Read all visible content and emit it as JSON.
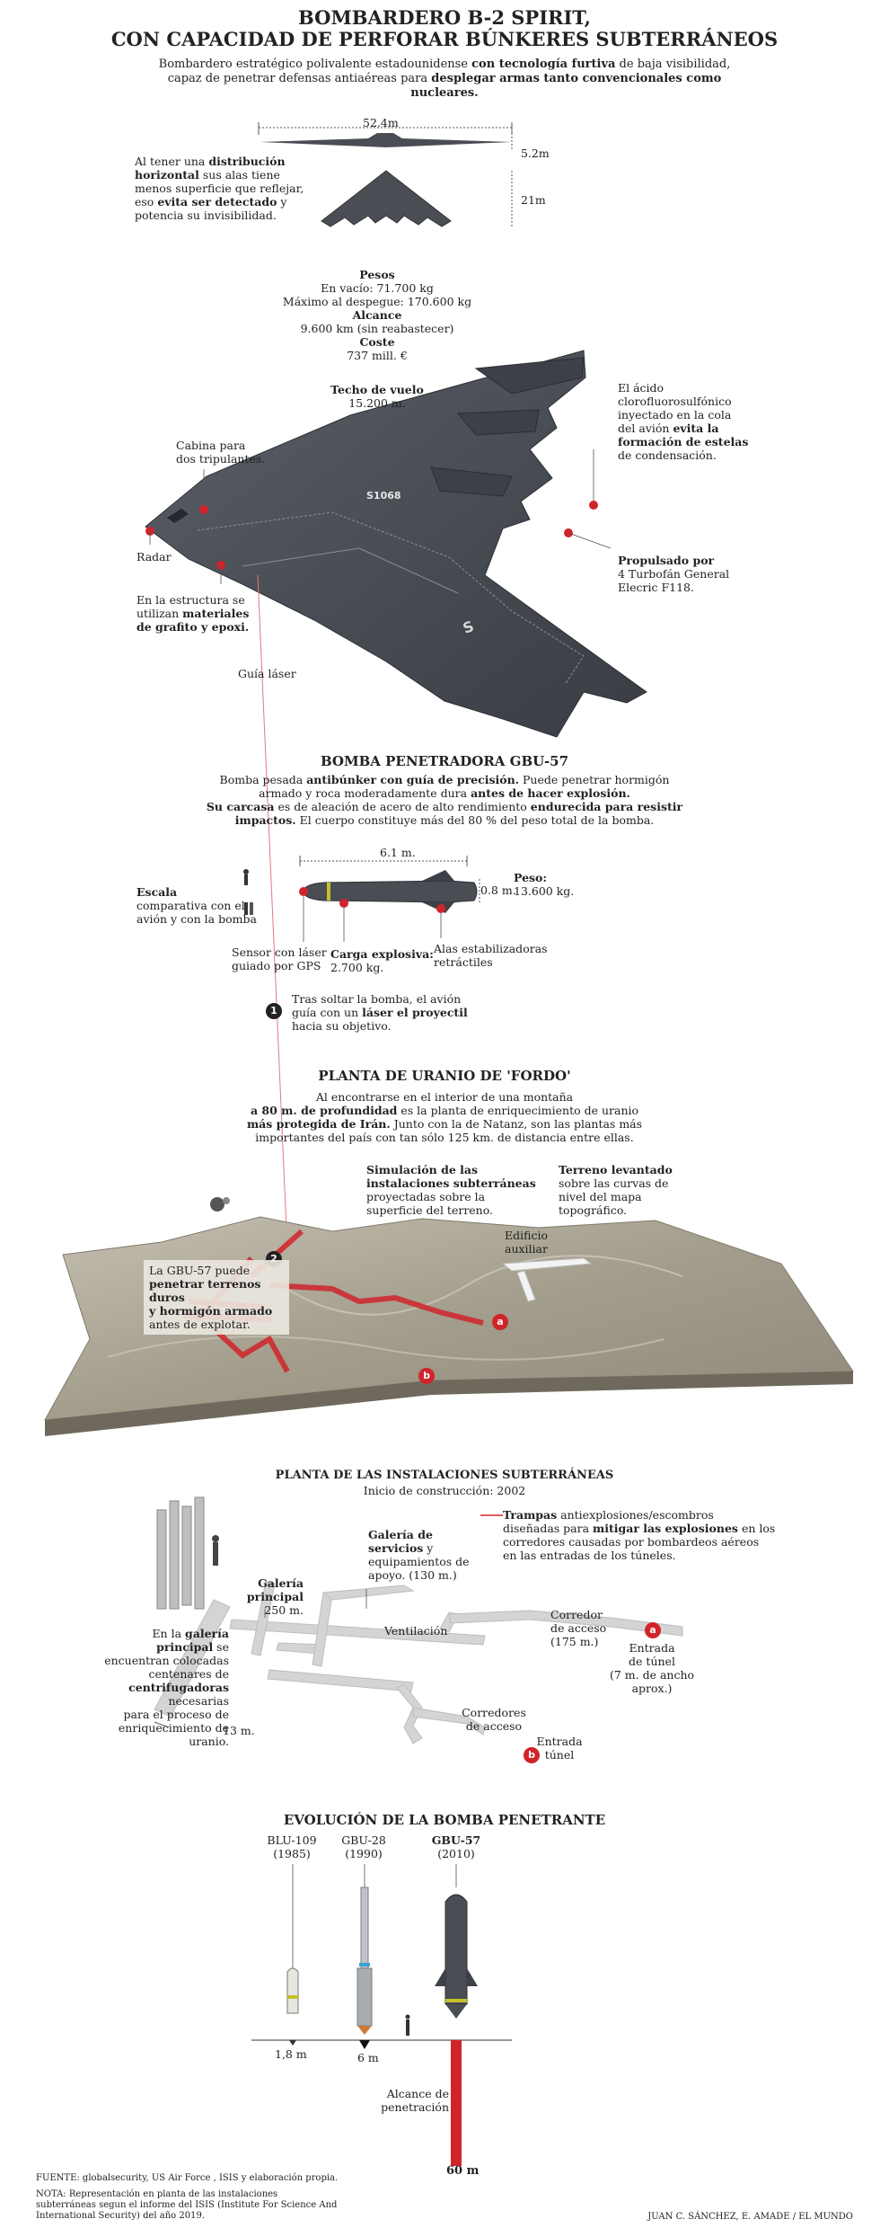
{
  "header": {
    "title_1": "BOMBARDERO B-2 SPIRIT,",
    "title_2": "CON CAPACIDAD DE PERFORAR BÚNKERES SUBTERRÁNEOS",
    "intro_1a": "Bombardero estratégico polivalente estadounidense ",
    "intro_1b": "con tecnología furtiva",
    "intro_1c": " de baja visibilidad,",
    "intro_2a": "capaz de penetrar defensas antiaéreas para ",
    "intro_2b": "desplegar armas tanto convencionales como",
    "intro_3": "nucleares."
  },
  "b2": {
    "wingspan": "52.4m",
    "height": "5.2m",
    "length": "21m",
    "stealth_1a": "Al tener una ",
    "stealth_1b": "distribución",
    "stealth_2a": "horizontal",
    "stealth_2b": " sus alas tiene",
    "stealth_3": "menos superficie que reflejar,",
    "stealth_4a": "eso ",
    "stealth_4b": "evita ser detectado",
    "stealth_4c": " y",
    "stealth_5": "potencia su invisibilidad.",
    "weights_title": "Pesos",
    "empty_weight": "En vacío: 71.700 kg",
    "max_takeoff": "Máximo al despegue: 170.600 kg",
    "range_title": "Alcance",
    "range": "9.600 km (sin reabastecer)",
    "cost_title": "Coste",
    "cost": "737  mill. €",
    "ceiling_title": "Techo de vuelo",
    "ceiling": "15.200 m.",
    "cabin_1": "Cabina para",
    "cabin_2": "dos tripulantes.",
    "radar": "Radar",
    "structure_1": "En la estructura se",
    "structure_2": "utilizan ",
    "structure_3": "materiales",
    "structure_4": "de grafito y epoxi.",
    "acid_1": "El ácido",
    "acid_2": "clorofluorosulfónico",
    "acid_3": "inyectado en la cola",
    "acid_4a": "del avión ",
    "acid_4b": "evita la",
    "acid_5": "formación de estelas",
    "acid_6": "de condensación.",
    "engine_title": "Propulsado por",
    "engine_1": "4 Turbofán General",
    "engine_2": "Elecric F118.",
    "laser_guide": "Guía láser",
    "tail_number": "S1068"
  },
  "gbu57": {
    "title": "BOMBA PENETRADORA GBU-57",
    "desc_1a": "Bomba pesada ",
    "desc_1b": "antibúnker con guía de precisión.",
    "desc_1c": " Puede penetrar hormigón",
    "desc_2a": "armado y roca moderadamente dura ",
    "desc_2b": "antes de hacer explosión.",
    "desc_3a": "Su carcasa",
    "desc_3b": " es de aleación de acero de alto rendimiento ",
    "desc_3c": "endurecida para resistir",
    "desc_4a": "impactos.",
    "desc_4b": " El cuerpo constituye más del 80 % del peso total de la bomba.",
    "length": "6.1 m.",
    "diameter": "0.8 m.",
    "weight_title": "Peso:",
    "weight": "13.600 kg.",
    "scale_title": "Escala",
    "scale_1": "comparativa con el",
    "scale_2": "avión y con la bomba",
    "sensor_1": "Sensor con láser",
    "sensor_2": "guiado por GPS",
    "charge_title": "Carga explosiva:",
    "charge": "2.700 kg.",
    "fins_1": "Alas estabilizadoras",
    "fins_2": "retráctiles",
    "step1_num": "1",
    "step1_1": "Tras soltar la bomba, el avión",
    "step1_2a": "guía con un ",
    "step1_2b": "láser el proyectil",
    "step1_3": "hacia su objetivo."
  },
  "fordo": {
    "title": "PLANTA DE URANIO DE 'FORDO'",
    "desc_1": "Al encontrarse en el interior de una montaña",
    "desc_2a": "a 80 m. de profundidad",
    "desc_2b": " es la planta de enriquecimiento de uranio",
    "desc_3a": "más protegida de Irán.",
    "desc_3b": " Junto con la de Natanz, son las plantas más",
    "desc_4": "importantes del país con tan sólo 125 km. de distancia entre ellas.",
    "sim_1": "Simulación de las",
    "sim_2": "instalaciones subterráneas",
    "sim_3": "proyectadas sobre la",
    "sim_4": "superficie del terreno.",
    "terrain_1": "Terreno levantado",
    "terrain_2": "sobre las curvas de",
    "terrain_3": "nivel del mapa",
    "terrain_4": "topográfico.",
    "aux_1": "Edificio",
    "aux_2": "auxiliar",
    "step2_num": "2",
    "step2_1": "La GBU-57 puede",
    "step2_2": "penetrar terrenos duros",
    "step2_3": "y hormigón armado",
    "step2_4": "antes de explotar.",
    "marker_a": "a",
    "marker_b": "b"
  },
  "facility": {
    "title": "PLANTA DE LAS INSTALACIONES SUBTERRÁNEAS",
    "subtitle": "Inicio de construcción: 2002",
    "traps_1a": "Trampas",
    "traps_1b": " antiexplosiones/escombros",
    "traps_2a": "diseñadas para ",
    "traps_2b": "mitigar las explosiones",
    "traps_2c": " en los",
    "traps_3": "corredores causadas por bombardeos aéreos",
    "traps_4": "en las entradas de los túneles.",
    "services_1": "Galería de",
    "services_2": "servicios",
    "services_2b": " y",
    "services_3": "equipamientos de",
    "services_4": "apoyo. (130 m.)",
    "main_gallery_1": "Galería",
    "main_gallery_2": "principal",
    "main_gallery_3": "250 m.",
    "ventilation": "Ventilación",
    "corridor_1": "Corredor",
    "corridor_2": "de acceso",
    "corridor_3": "(175 m.)",
    "entrance_a_1": "Entrada",
    "entrance_a_2": "de túnel",
    "entrance_a_3": "(7 m. de ancho aprox.)",
    "centrifuge_1a": "En la ",
    "centrifuge_1b": "galería principal",
    "centrifuge_1c": " se",
    "centrifuge_2": "encuentran colocadas",
    "centrifuge_3": "centenares de",
    "centrifuge_4a": "centrifugadoras",
    "centrifuge_4b": " necesarias",
    "centrifuge_5": "para el proceso de",
    "centrifuge_6": "enriquecimiento de uranio.",
    "width": "13 m.",
    "corridors_1": "Corredores",
    "corridors_2": "de acceso",
    "entrance_b_1": "Entrada",
    "entrance_b_2": "túnel",
    "marker_a": "a",
    "marker_b": "b"
  },
  "evolution": {
    "title": "EVOLUCIÓN DE LA BOMBA PENETRANTE",
    "bombs": [
      {
        "name": "BLU-109",
        "year": "(1985)",
        "length": "1,8 m"
      },
      {
        "name": "GBU-28",
        "year": "(1990)",
        "length": "6 m"
      },
      {
        "name": "GBU-57",
        "year": "(2010)"
      }
    ],
    "reach_1": "Alcance de",
    "reach_2": "penetración",
    "depth": "60 m"
  },
  "footer": {
    "source": "FUENTE: globalsecurity, US Air Force , ISIS y elaboración propia.",
    "note_1": "NOTA: Representación en planta de las instalaciones",
    "note_2": "subterráneas segun el informe del ISIS (Institute For Science And",
    "note_3": "International Security) del año 2019.",
    "credit": "JUAN C. SÁNCHEZ, E. AMADE / EL MUNDO"
  },
  "colors": {
    "accent": "#d0242b",
    "aircraft": "#4a4e54",
    "terrain": "#a39d8c"
  }
}
